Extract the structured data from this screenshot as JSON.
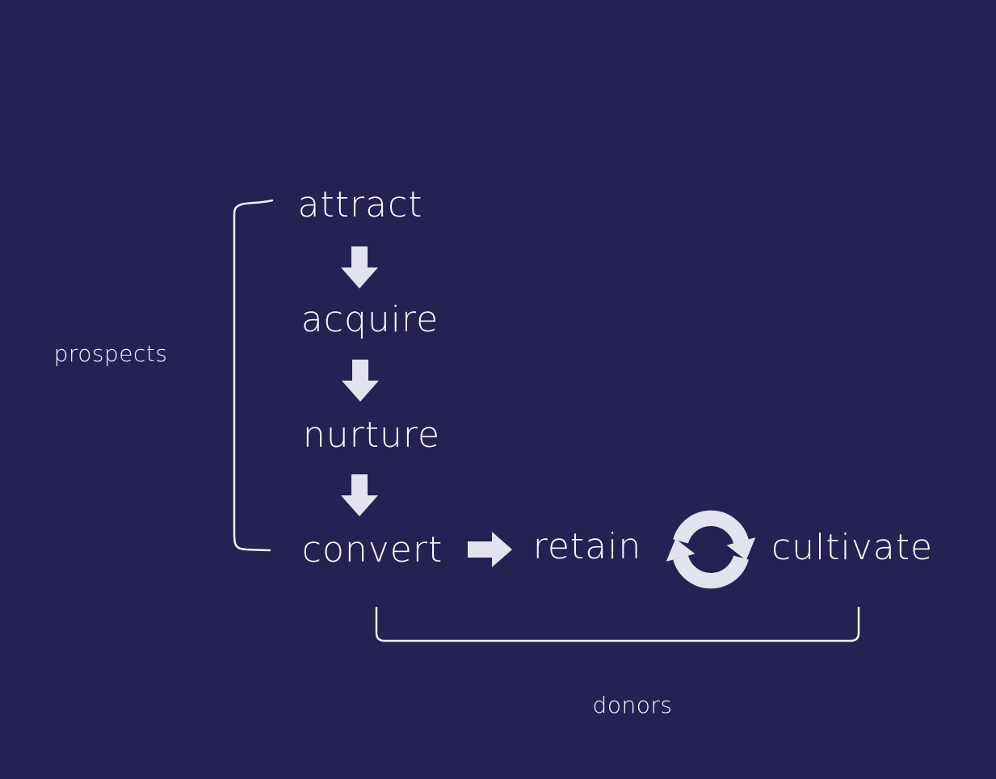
{
  "colors": {
    "background": "#252153",
    "text": "#fbfbfd",
    "arrow": "#e3e3f0",
    "bracket": "#f0f0fa"
  },
  "funnel": {
    "stages": [
      {
        "label": "attract"
      },
      {
        "label": "acquire"
      },
      {
        "label": "nurture"
      },
      {
        "label": "convert"
      }
    ],
    "group_label": "prospects"
  },
  "cycle": {
    "stages": [
      {
        "label": "retain"
      },
      {
        "label": "cultivate"
      }
    ],
    "group_label": "donors"
  },
  "icons": {
    "down_arrow": "down-arrow-icon",
    "right_arrow": "right-arrow-icon",
    "cycle": "cycle-arrows-icon"
  }
}
